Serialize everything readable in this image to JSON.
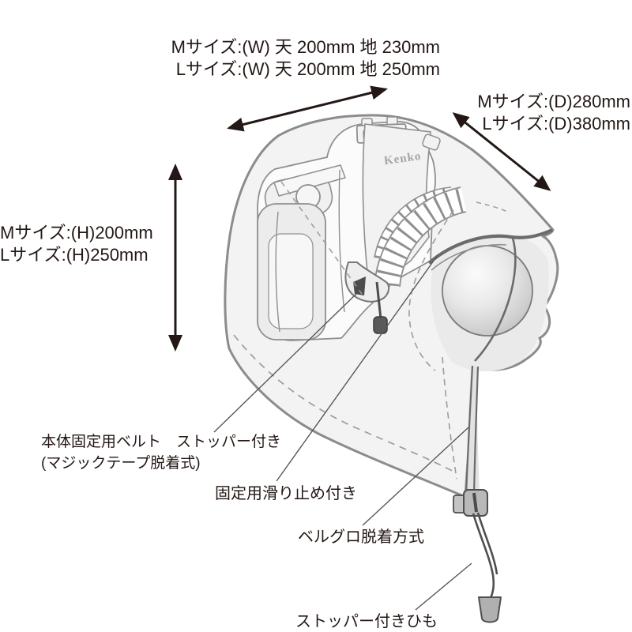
{
  "diagram": {
    "brand_label": "Kenko",
    "dimension_labels": {
      "width_m": "Mサイズ:(W) 天 200mm 地 230mm",
      "width_l": "Lサイズ:(W) 天 200mm 地 250mm",
      "depth_m": "Mサイズ:(D)280mm",
      "depth_l": "Lサイズ:(D)380mm",
      "height_m": "Mサイズ:(H)200mm",
      "height_l": "Lサイズ:(H)250mm"
    },
    "callouts": {
      "body_belt_line1": "本体固定用ベルト　ストッパー付き",
      "body_belt_line2": "(マジックテープ脱着式)",
      "anti_slip": "固定用滑り止め付き",
      "velcro": "ベルグロ脱着方式",
      "stopper_cord": "ストッパー付きひも"
    },
    "colors": {
      "text": "#231815",
      "arrow": "#231815",
      "cover_line": "#8c8c8c",
      "detail_line": "#595757",
      "cover_fill": "#f3f3f3"
    }
  }
}
